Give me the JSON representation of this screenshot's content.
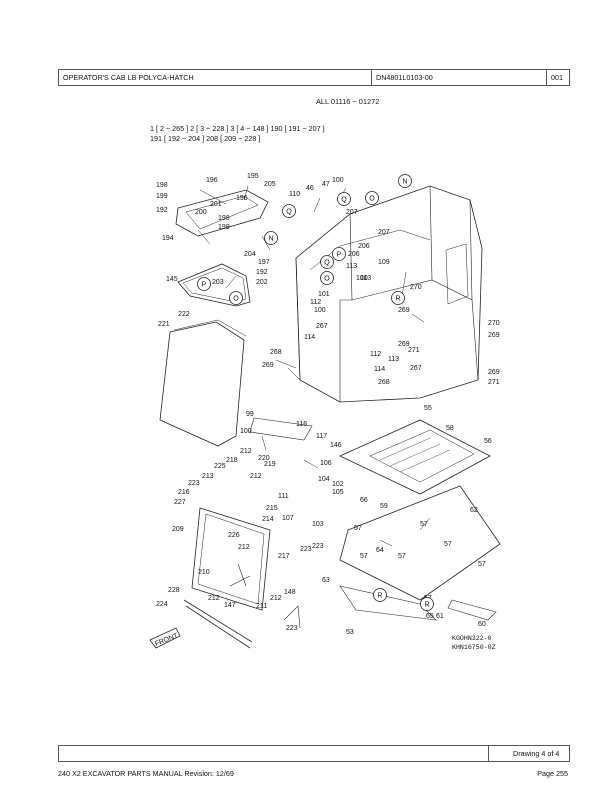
{
  "header": {
    "title": "OPERATOR'S CAB LB POLYCA-HATCH",
    "drawing_code": "DN4801L0103-00",
    "number": "001"
  },
  "applicability": "ALL 01116 ~ 01272",
  "serial_ranges": [
    "1 [ 2 ~ 265 ]   2 [ 3 ~ 228 ]   3 [ 4 ~ 148 ]   190 [ 191 ~ 207 ]",
    "191 [ 192 ~ 204 ]   208 [ 209 ~ 228 ]"
  ],
  "part_labels": [
    "195",
    "205",
    "198",
    "196",
    "196",
    "199",
    "201",
    "192",
    "200",
    "198",
    "199",
    "194",
    "204",
    "197",
    "192",
    "203",
    "202",
    "145",
    "221",
    "222",
    "110",
    "46",
    "47",
    "100",
    "207",
    "206",
    "206",
    "207",
    "109",
    "113",
    "113",
    "100",
    "101",
    "112",
    "100",
    "270",
    "269",
    "267",
    "114",
    "268",
    "269",
    "112",
    "113",
    "269",
    "271",
    "114",
    "267",
    "268",
    "270",
    "269",
    "269",
    "271",
    "99",
    "100",
    "212",
    "218",
    "220",
    "225",
    "219",
    "116",
    "117",
    "146",
    "106",
    "55",
    "58",
    "56",
    "213",
    "223",
    "216",
    "227",
    "212",
    "215",
    "214",
    "111",
    "104",
    "102",
    "105",
    "107",
    "103",
    "209",
    "226",
    "212",
    "217",
    "223",
    "223",
    "66",
    "59",
    "57",
    "57",
    "57",
    "62",
    "57",
    "64",
    "57",
    "57",
    "210",
    "212",
    "228",
    "147",
    "224",
    "211",
    "212",
    "148",
    "223",
    "63",
    "53",
    "57",
    "61",
    "60",
    "65"
  ],
  "circle_labels": [
    "N",
    "Q",
    "Q",
    "O",
    "N",
    "P",
    "O",
    "R",
    "R",
    "P",
    "Q",
    "O",
    "R"
  ],
  "front_label": "FRONT",
  "drawing_codes": [
    "KGOHN322-0",
    "KHN16750-0Z"
  ],
  "footer": {
    "drawing": "Drawing 4 of 4",
    "manual": "240 X2 EXCAVATOR PARTS MANUAL Revision: 12/69",
    "page": "Page 255"
  }
}
